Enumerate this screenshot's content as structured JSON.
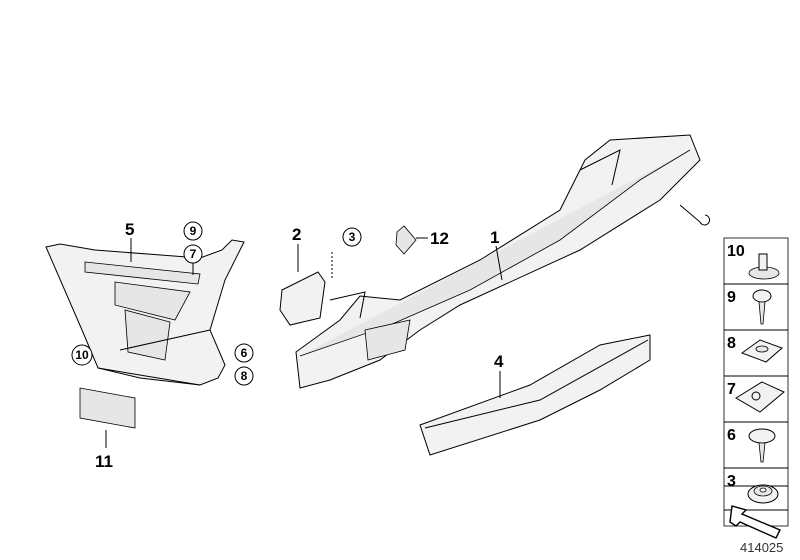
{
  "diagram_id": "414025",
  "labels": {
    "p1": "1",
    "p2": "2",
    "p3": "3",
    "p4": "4",
    "p5": "5",
    "p6": "6",
    "p7": "7",
    "p8": "8",
    "p9": "9",
    "p10": "10",
    "p11": "11",
    "p12": "12"
  },
  "legend": [
    {
      "num": "10",
      "icon": "bolt-with-washer-icon"
    },
    {
      "num": "9",
      "icon": "self-tapping-screw-icon"
    },
    {
      "num": "8",
      "icon": "spring-nut-clip-icon"
    },
    {
      "num": "7",
      "icon": "speed-clip-icon"
    },
    {
      "num": "6",
      "icon": "collar-screw-icon"
    },
    {
      "num": "3",
      "icon": "hex-flange-nut-icon"
    }
  ]
}
